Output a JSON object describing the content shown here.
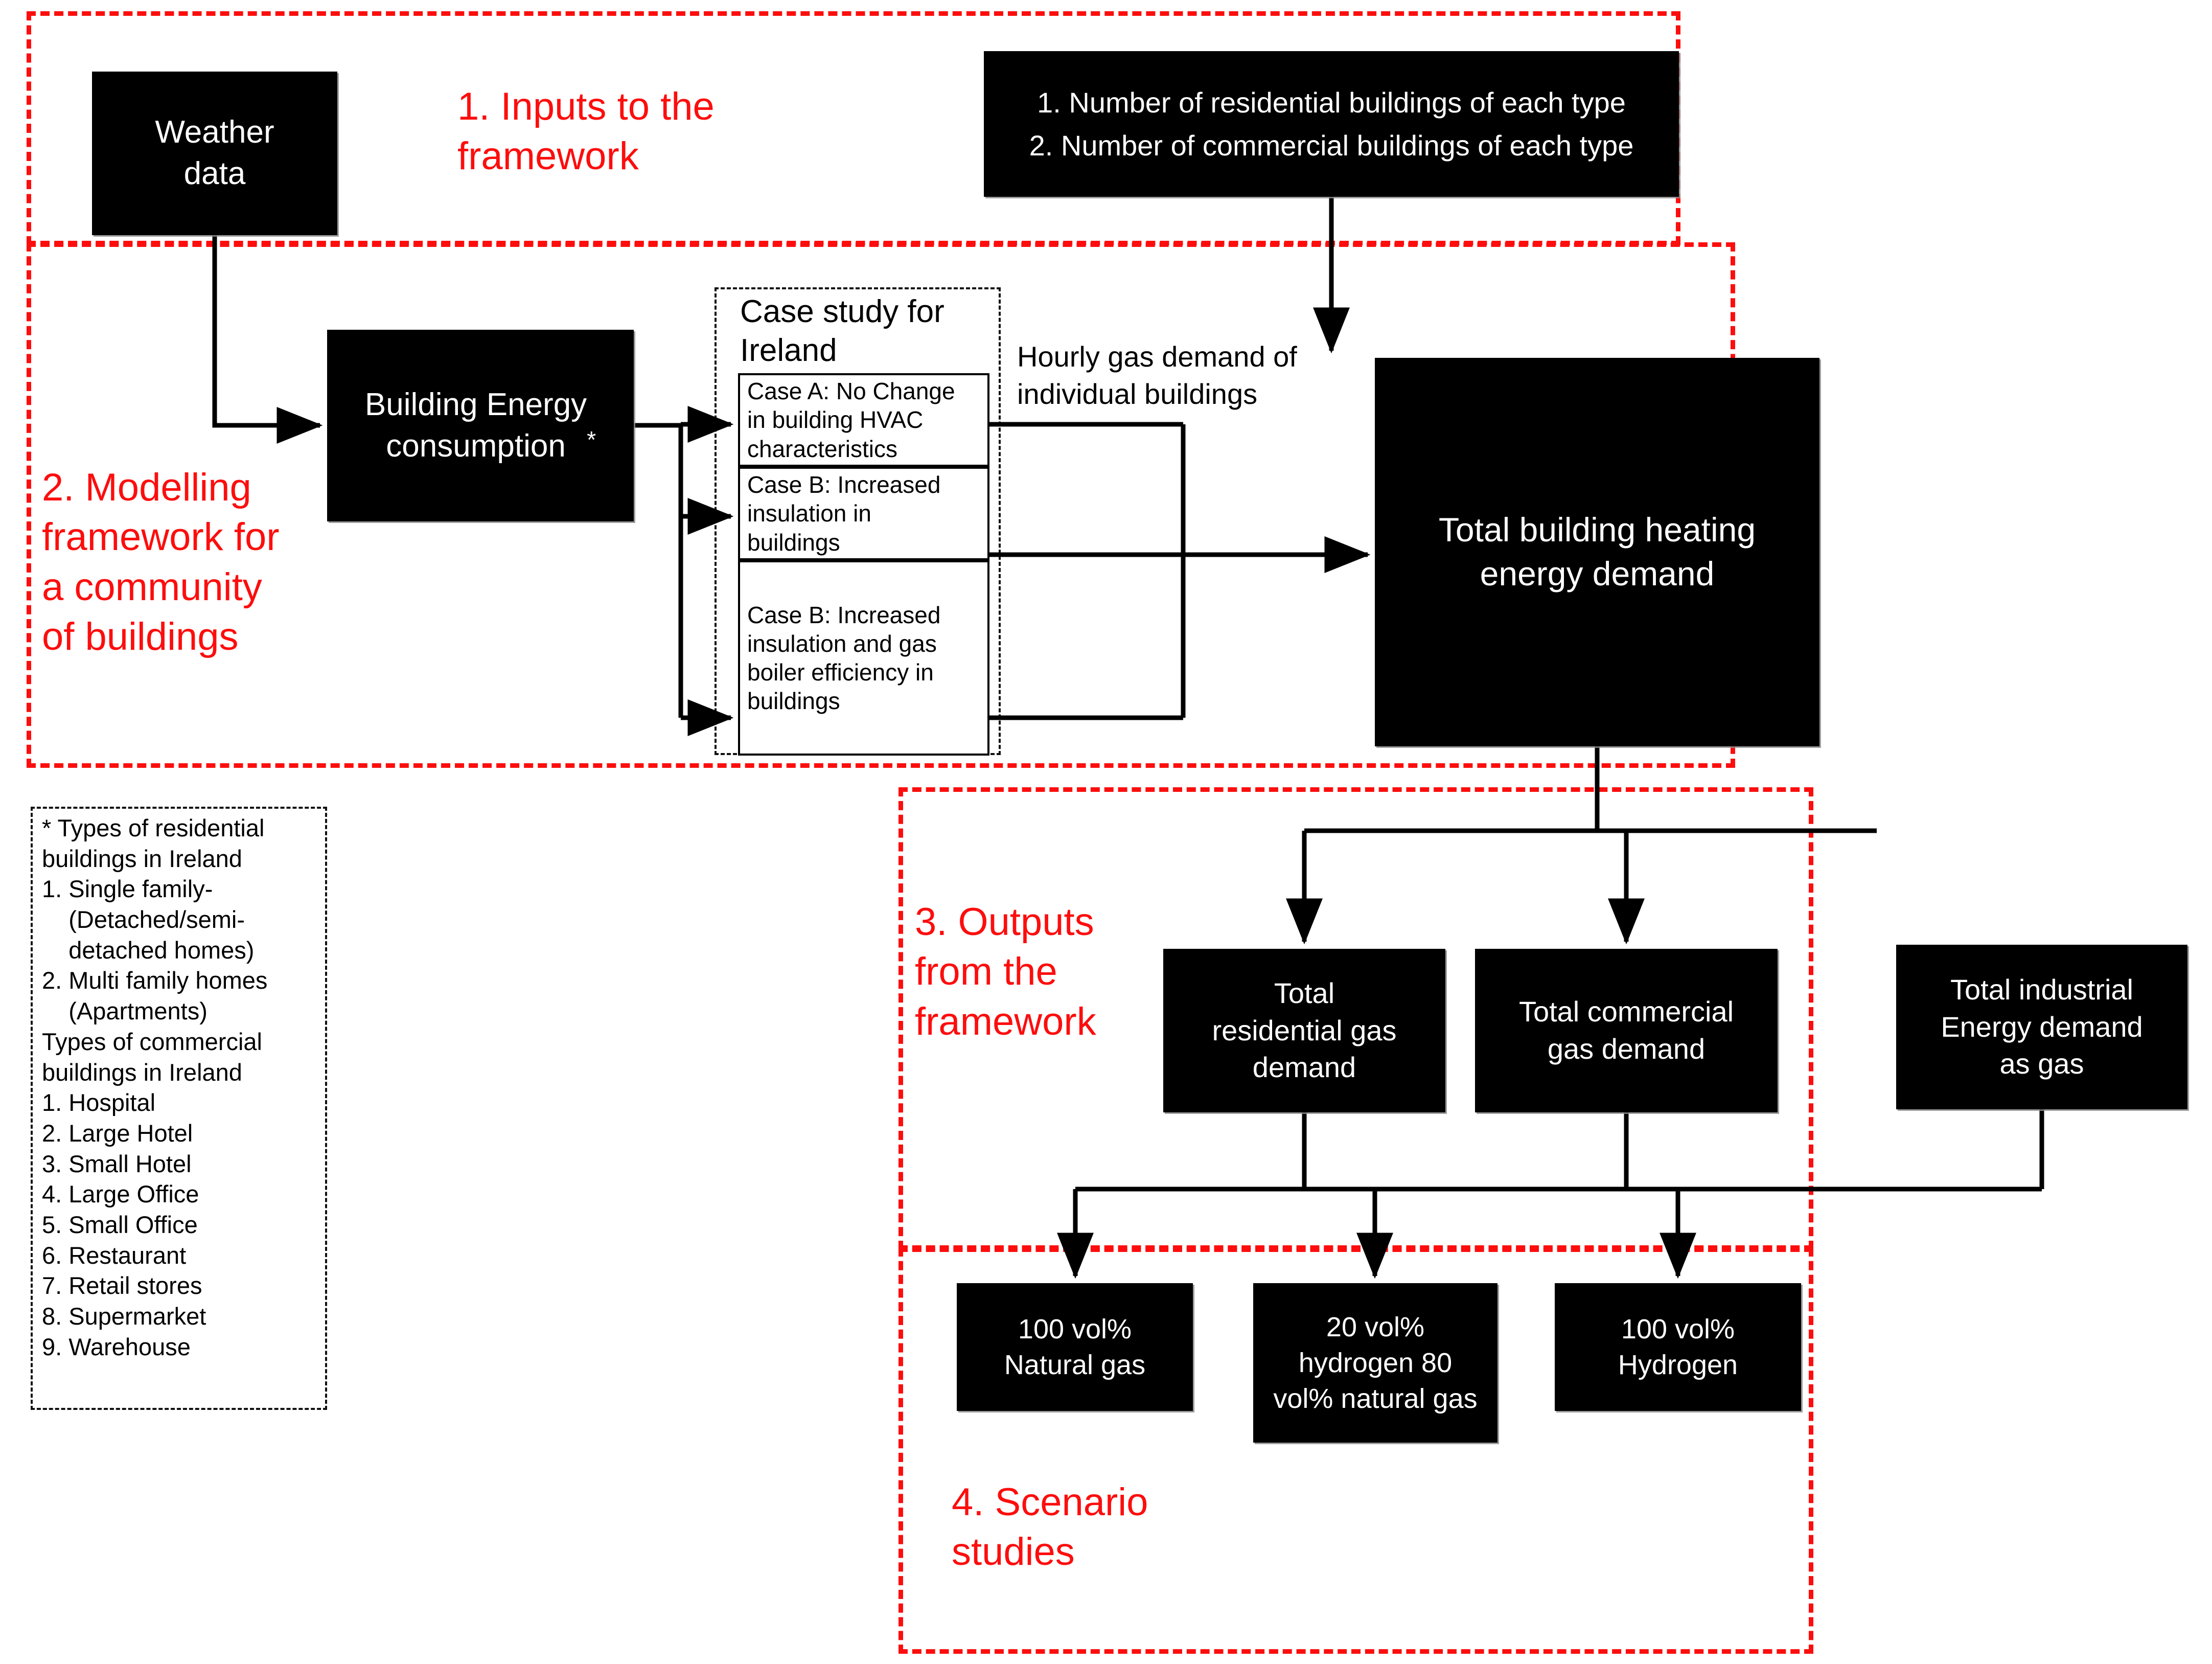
{
  "sections": [
    {
      "id": "inputs",
      "label": "1. Inputs to the\nframework"
    },
    {
      "id": "modelling",
      "label": "2. Modelling\nframework for\na  community\nof buildings"
    },
    {
      "id": "outputs",
      "label": "3. Outputs\nfrom the\nframework"
    },
    {
      "id": "scenarios",
      "label": "4. Scenario\nstudies"
    }
  ],
  "boxes": {
    "weather_data": "Weather\ndata",
    "building_counts": "1. Number of residential buildings of each type\n2. Number of commercial buildings of each type",
    "building_energy_consumption": "Building Energy\nconsumption",
    "building_energy_consumption_marker": "*",
    "total_building_heating": "Total building heating\nenergy demand",
    "total_residential_gas": "Total\nresidential gas\ndemand",
    "total_commercial_gas": "Total commercial\ngas demand",
    "total_industrial_energy": "Total industrial\nEnergy demand\nas gas",
    "scenario_natural_gas": "100 vol%\nNatural gas",
    "scenario_blend": "20 vol%\nhydrogen 80\nvol% natural gas",
    "scenario_hydrogen": "100 vol%\nHydrogen"
  },
  "case_study": {
    "title": "Case study for\nIreland",
    "cases": [
      "Case A: No Change\nin building HVAC\ncharacteristics",
      "Case B: Increased\ninsulation in\nbuildings",
      "Case B: Increased\ninsulation and gas\nboiler efficiency in\nbuildings"
    ]
  },
  "annotations": {
    "hourly_gas_demand": "Hourly gas demand of\nindividual buildings"
  },
  "legend": {
    "residential_heading": "* Types of residential",
    "residential_heading2": "buildings in Ireland",
    "residential_items": [
      "1. Single family-",
      "    (Detached/semi-",
      "    detached homes)",
      "2. Multi family homes",
      "    (Apartments)"
    ],
    "commercial_heading": "Types of commercial",
    "commercial_heading2": "buildings in Ireland",
    "commercial_items": [
      "1. Hospital",
      "2. Large Hotel",
      "3. Small Hotel",
      "4. Large Office",
      "5. Small Office",
      "6. Restaurant",
      "7. Retail stores",
      "8. Supermarket",
      "9. Warehouse"
    ]
  },
  "colors": {
    "section_border": "#fd0d0d",
    "box_fill": "#000000",
    "box_text": "#ffffff",
    "wire": "#000000",
    "page_bg": "#ffffff"
  }
}
